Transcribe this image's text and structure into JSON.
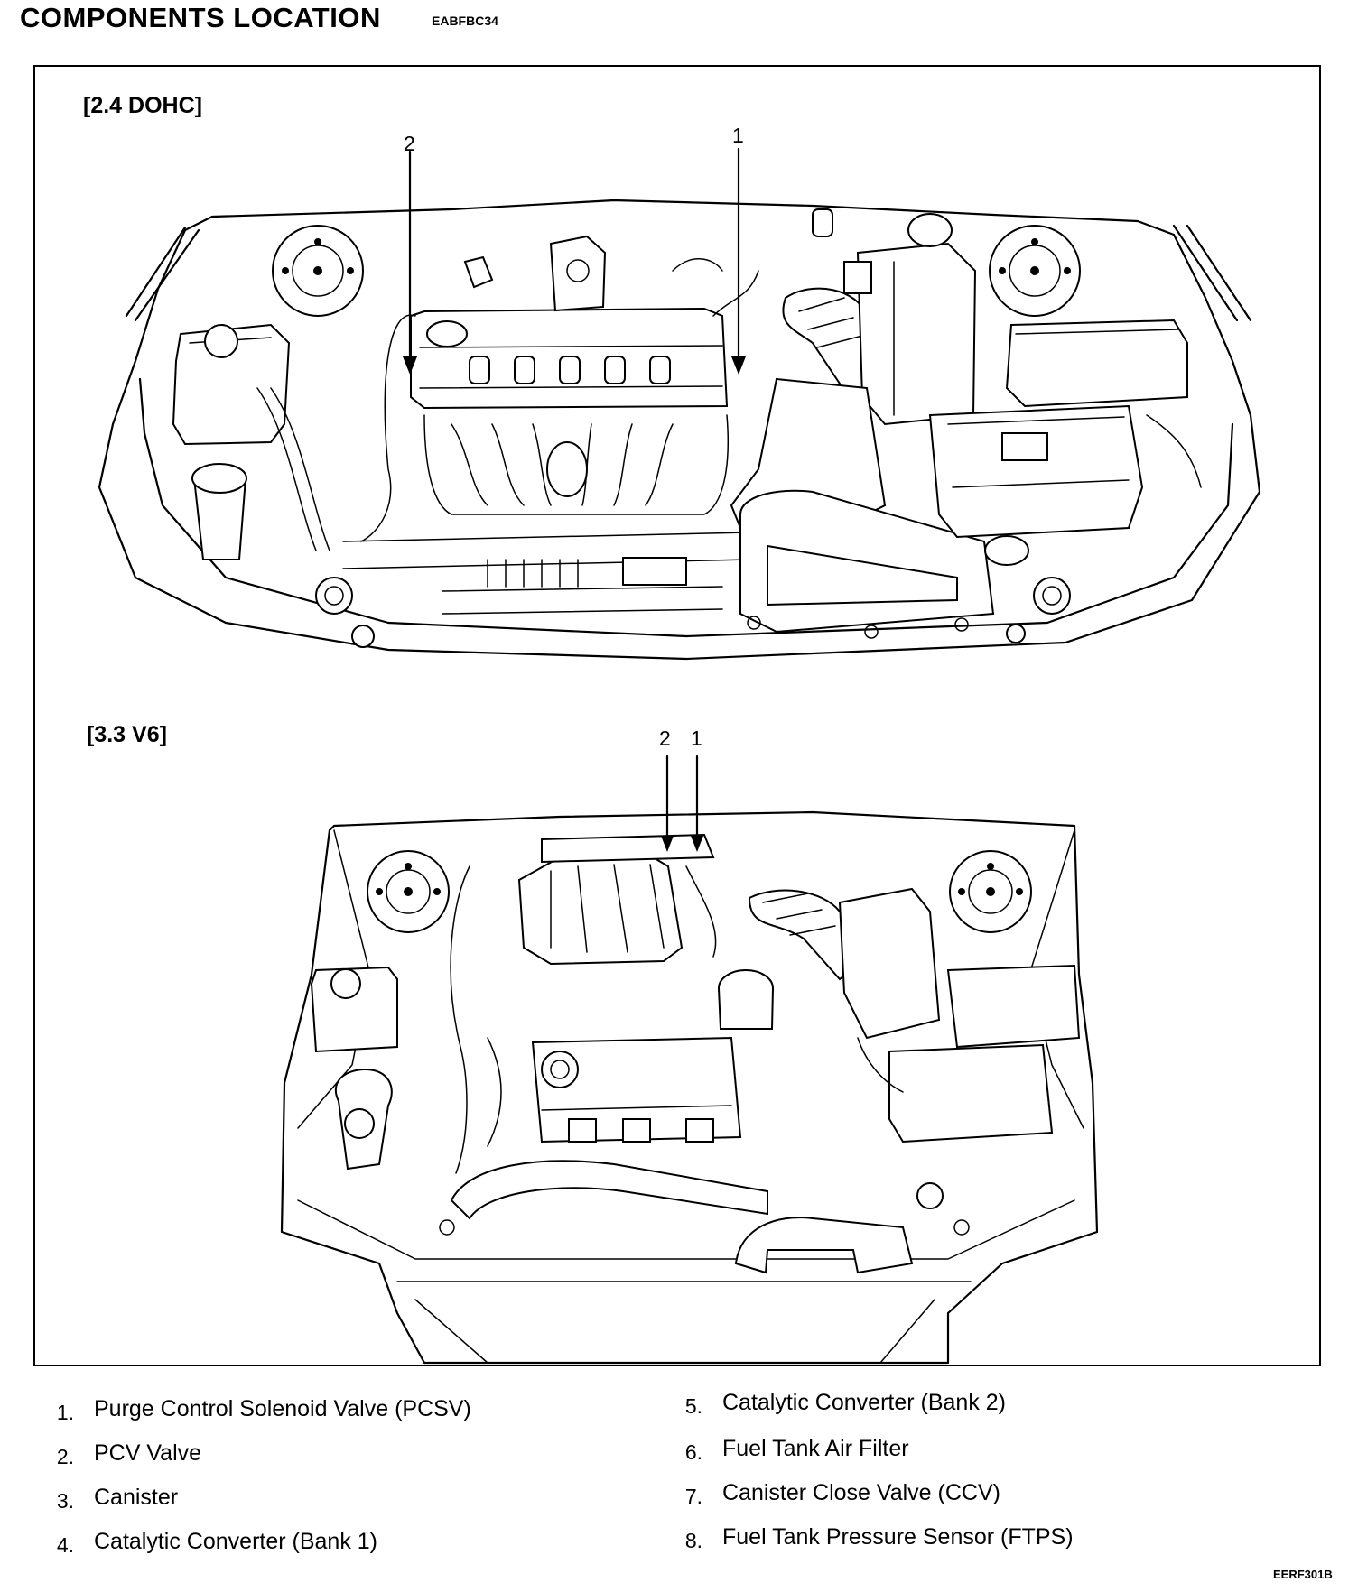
{
  "header": {
    "title": "COMPONENTS LOCATION",
    "code": "EABFBC34"
  },
  "diagrams": [
    {
      "label": "[2.4 DOHC]",
      "callouts": [
        "2",
        "1"
      ]
    },
    {
      "label": "[3.3 V6]",
      "callouts": [
        "2",
        "1"
      ]
    }
  ],
  "legend": [
    {
      "num": "1.",
      "text": "Purge Control Solenoid Valve (PCSV)"
    },
    {
      "num": "2.",
      "text": "PCV Valve"
    },
    {
      "num": "3.",
      "text": "Canister"
    },
    {
      "num": "4.",
      "text": "Catalytic Converter (Bank 1)"
    },
    {
      "num": "5.",
      "text": "Catalytic Converter (Bank 2)"
    },
    {
      "num": "6.",
      "text": "Fuel Tank Air Filter"
    },
    {
      "num": "7.",
      "text": "Canister Close Valve (CCV)"
    },
    {
      "num": "8.",
      "text": "Fuel Tank Pressure Sensor (FTPS)"
    }
  ],
  "footer": {
    "code": "EERF301B"
  }
}
